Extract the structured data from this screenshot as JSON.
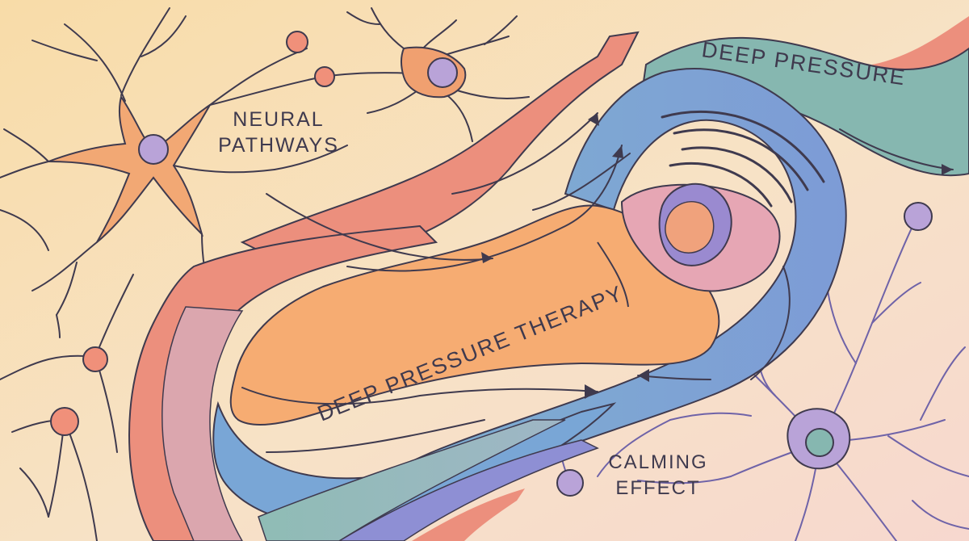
{
  "labels": {
    "neural_pathways": [
      "NEURAL",
      "PATHWAYS"
    ],
    "deep_pressure": "DEEP PRESSURE",
    "deep_pressure_therapy": "DEEP PRESSURE THERAPY",
    "calming_effect": [
      "CALMING",
      "EFFECT"
    ]
  },
  "colors": {
    "background_warm": "#f6e3c3",
    "background_pink": "#f7d6cf",
    "neuron_orange": "#f0a070",
    "neuron_nucleus": "#b9a3d8",
    "neuron_purple": "#9a8ad0",
    "ribbon_coral": "#ec8f7d",
    "ribbon_blue": "#79a6d6",
    "ribbon_teal": "#86b7b0",
    "blanket_orange": "#f6ac72",
    "pillow_pink": "#e6a6b4",
    "outline": "#3f3a4e"
  },
  "icons": [
    "neuron",
    "sleeping-person",
    "pillow",
    "weighted-blanket",
    "flow-arrow",
    "pressure-waves"
  ]
}
